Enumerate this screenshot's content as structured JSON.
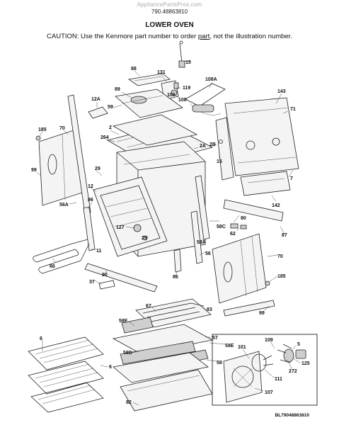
{
  "header": {
    "site": "AppliancePartsPros.com",
    "part_number": "790.48863810",
    "title": "LOWER OVEN",
    "caution_prefix": "CAUTION: Use the Kenmore part number to order ",
    "caution_link": "part",
    "caution_suffix": ", not the illustration number."
  },
  "callouts": {
    "c15a": "15",
    "c88": "88",
    "c131": "131",
    "c108a": "108A",
    "c119": "119",
    "c89": "89",
    "c106": "106",
    "c108": "108",
    "c12a": "12A",
    "c143": "143",
    "c59": "59",
    "c71": "71",
    "c185a": "185",
    "c70a": "70",
    "c2": "2",
    "c264": "264",
    "c2a": "2A",
    "c2b": "2B",
    "c7": "7",
    "c15b": "15",
    "c99a": "99",
    "c29": "29",
    "c12": "12",
    "c142": "142",
    "c56a": "56A",
    "c86a": "86",
    "c80": "80",
    "c62": "62",
    "c58c": "58C",
    "c127": "127",
    "c29b": "29",
    "c87": "87",
    "c58a": "58A",
    "c11": "11",
    "c56": "56",
    "c66": "66",
    "c70b": "70",
    "c90": "90",
    "c86b": "86",
    "c185b": "185",
    "c37": "37",
    "c67": "67",
    "c83": "83",
    "c99b": "99",
    "c58e": "58E",
    "c57": "57",
    "c58e2": "58E",
    "c6": "6",
    "c58d": "58D",
    "c101": "101",
    "c109": "109",
    "c125": "125",
    "c5": "5",
    "c272": "272",
    "c111": "111",
    "c6b": "6",
    "c58": "58",
    "c107": "107",
    "c82": "82"
  },
  "footer": {
    "code": "BL79048863810"
  }
}
